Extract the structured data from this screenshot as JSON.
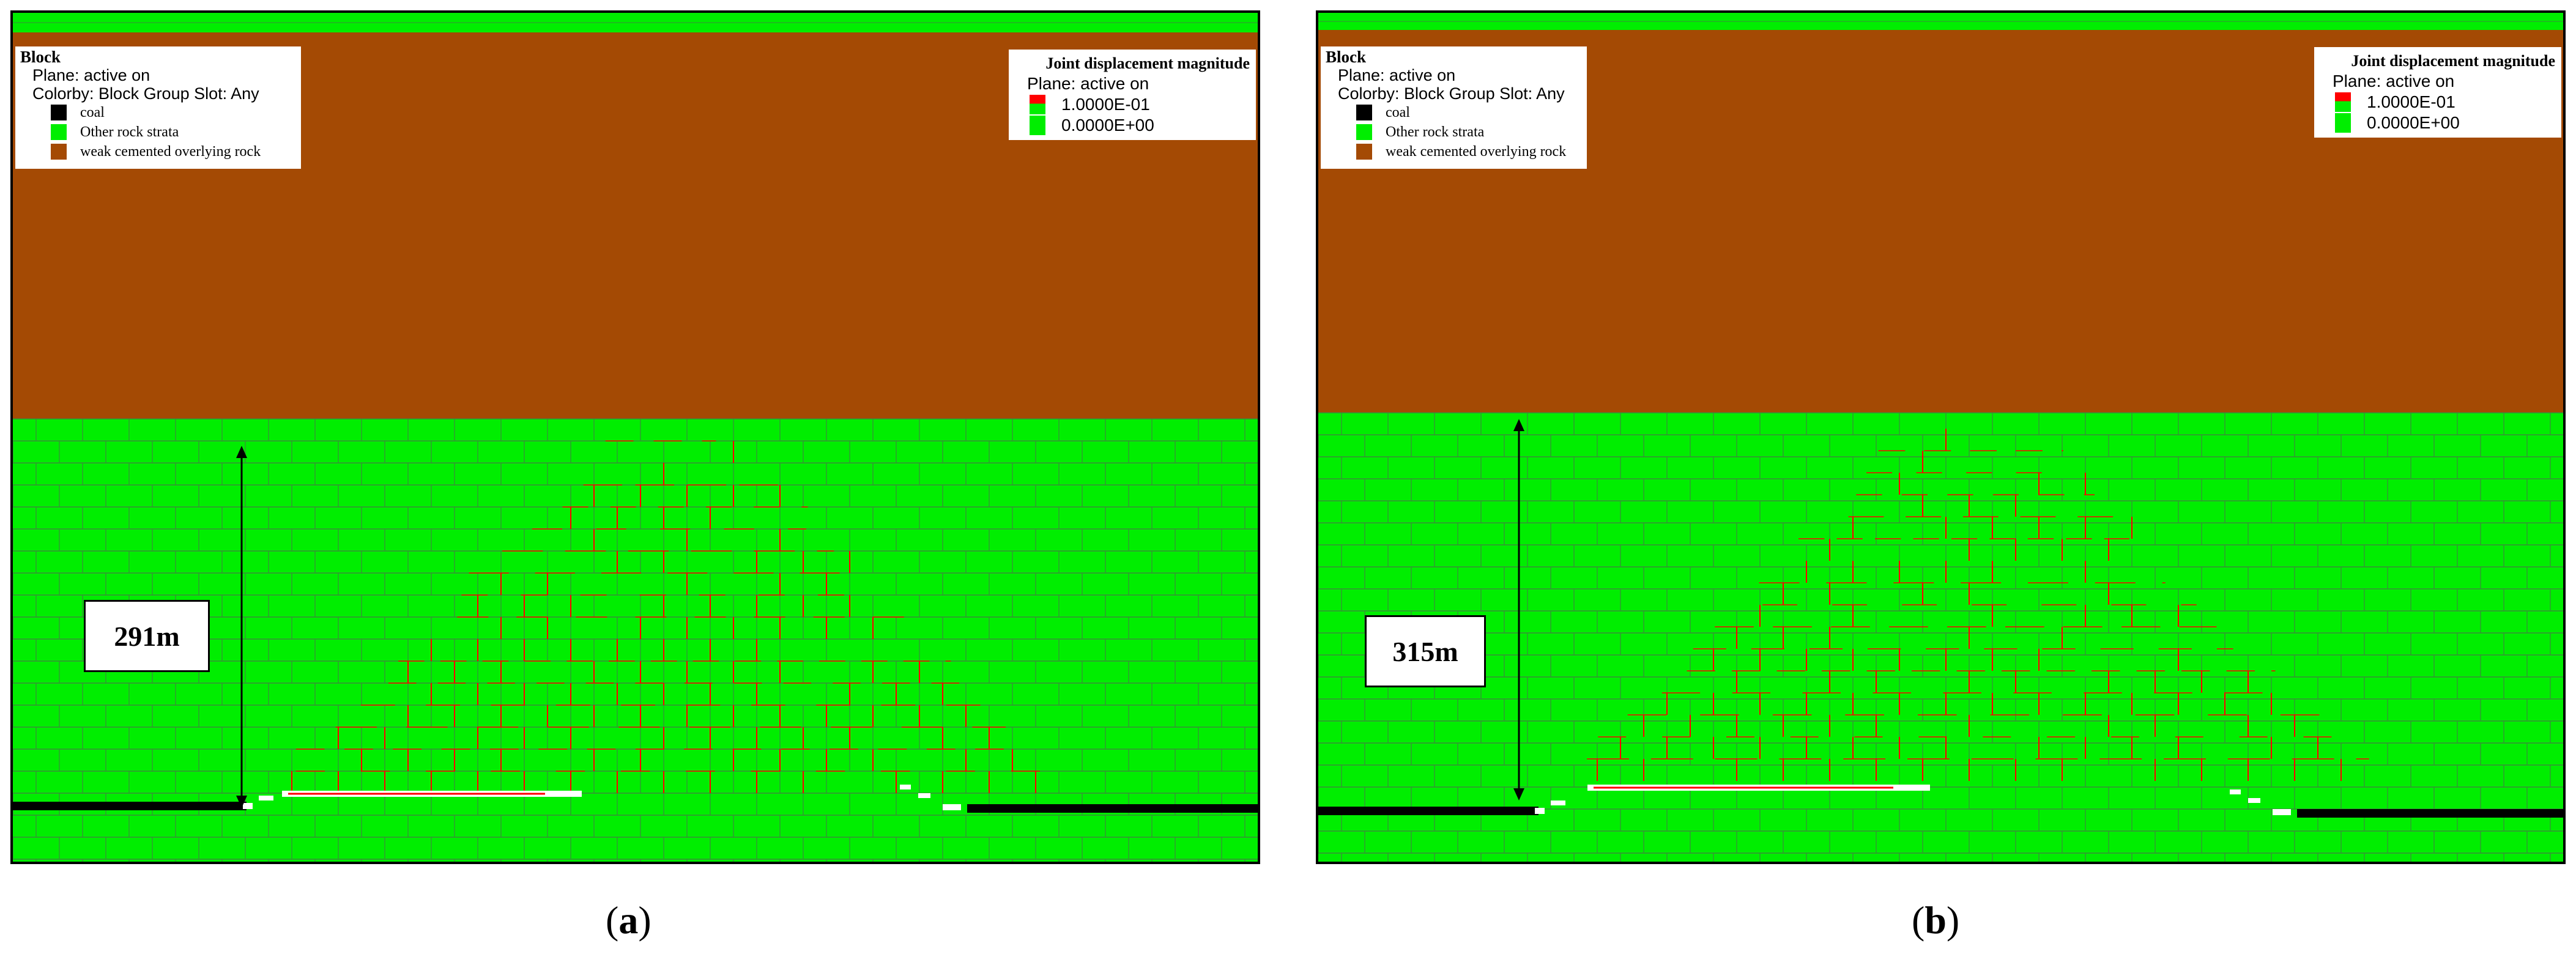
{
  "colors": {
    "coal": "#000000",
    "other_rock": "#00ee00",
    "weak_rock": "#a44a04",
    "joint_high": "#ff0000",
    "joint_low": "#00ee00",
    "joint_line": "#3c8a3c"
  },
  "left_legend": {
    "title": "Block",
    "plane": "Plane: active on",
    "colorby": "Colorby: Block Group Slot: Any",
    "items": [
      {
        "label": "coal",
        "color": "#000000"
      },
      {
        "label": "Other rock strata",
        "color": "#00ee00"
      },
      {
        "label": "weak cemented overlying rock",
        "color": "#a44a04"
      }
    ]
  },
  "right_legend": {
    "title": "Joint displacement magnitude",
    "plane": "Plane: active on",
    "items": [
      {
        "label": "1.0000E-01",
        "color": "#ff0000"
      },
      {
        "label": "0.0000E+00",
        "color": "#00ee00"
      }
    ]
  },
  "panels": [
    {
      "caption_open": "(",
      "caption_letter": "a",
      "caption_close": ")",
      "height_label": "291m"
    },
    {
      "caption_open": "(",
      "caption_letter": "b",
      "caption_close": ")",
      "height_label": "315m"
    }
  ]
}
